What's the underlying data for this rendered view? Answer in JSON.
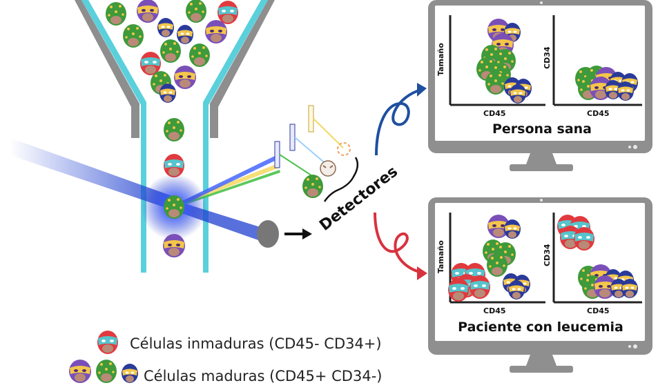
{
  "monitors": [
    {
      "title": "Persona sana",
      "left_plot": {
        "xlabel": "CD45",
        "ylabel": "Tamaño"
      },
      "right_plot": {
        "xlabel": "CD45",
        "ylabel": "CD34"
      }
    },
    {
      "title": "Paciente con leucemia",
      "left_plot": {
        "xlabel": "CD45",
        "ylabel": "Tamaño"
      },
      "right_plot": {
        "xlabel": "CD45",
        "ylabel": "CD34"
      }
    }
  ],
  "detectors_label": "Detectores",
  "legend": {
    "immature": "Células inmaduras (CD45- CD34+)",
    "mature": "Células maduras (CD45+ CD34-)"
  },
  "colors": {
    "cell_red": "#e03a3e",
    "cell_green": "#3e9a3a",
    "cell_purple": "#7a4fb8",
    "cell_navy": "#2a3a9a",
    "mask_yellow": "#f4c64a",
    "mask_teal": "#56c4cc",
    "face_skin": "#b98a78",
    "tube_cyan": "#5ad0dc",
    "funnel_gray": "#8e8e8e",
    "monitor_gray": "#8f8f8f",
    "laser_blue": "#2040d0",
    "arrow_blue": "#1f4fa0",
    "arrow_red": "#d8323e"
  }
}
